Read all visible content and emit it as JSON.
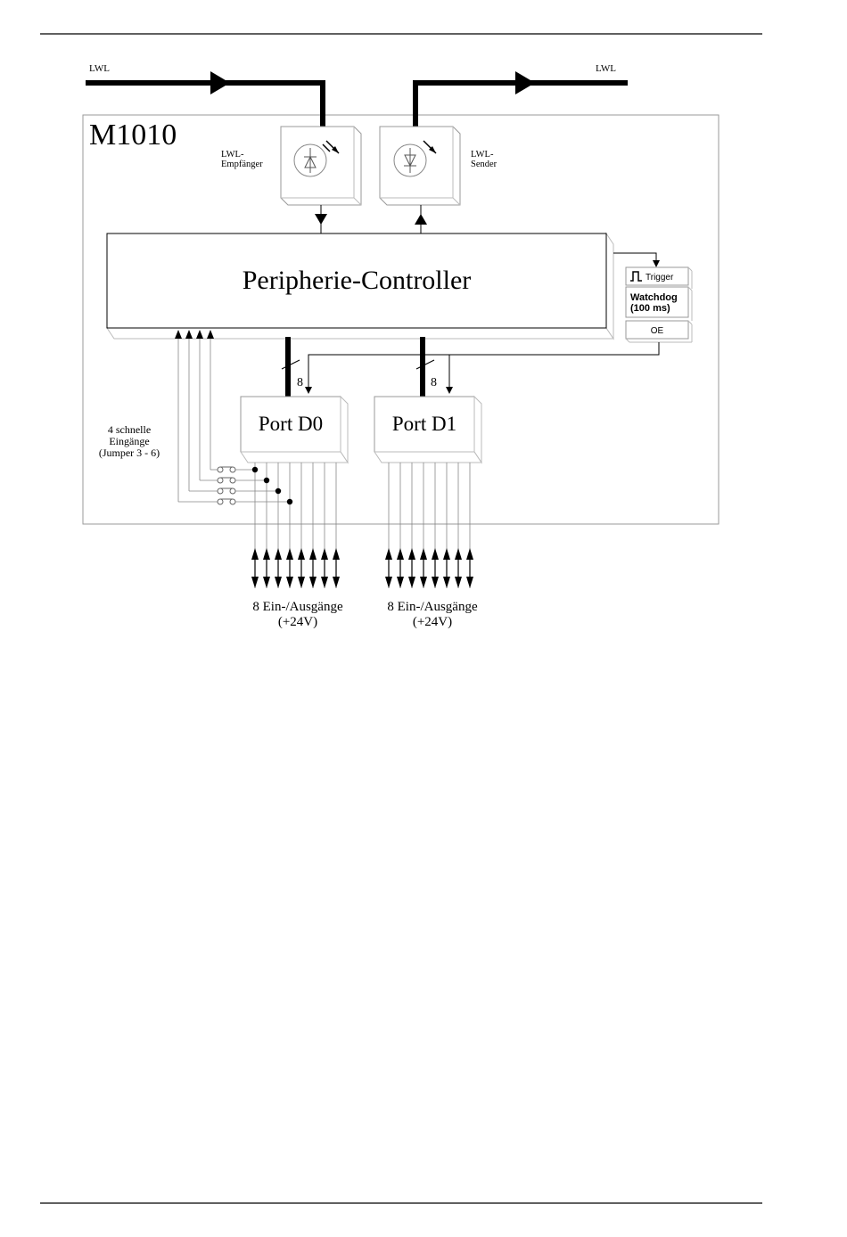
{
  "diagram": {
    "module_title": "M1010",
    "lwl_in_label": "LWL",
    "lwl_out_label": "LWL",
    "receiver_label_line1": "LWL-",
    "receiver_label_line2": "Empfänger",
    "sender_label_line1": "LWL-",
    "sender_label_line2": "Sender",
    "controller_label": "Peripherie-Controller",
    "trigger_label": "Trigger",
    "watchdog_line1": "Watchdog",
    "watchdog_line2": "(100  ms)",
    "oe_label": "OE",
    "port_d0_label": "Port  D0",
    "port_d1_label": "Port  D1",
    "bus_width_d0": "8",
    "bus_width_d1": "8",
    "fast_inputs_line1": "4  schnelle",
    "fast_inputs_line2": "Eingänge",
    "fast_inputs_line3": "(Jumper  3  -  6)",
    "io_d0_line1": "8  Ein-/Ausgänge",
    "io_d0_line2": "(+24V)",
    "io_d1_line1": "8  Ein-/Ausgänge",
    "io_d1_line2": "(+24V)"
  }
}
